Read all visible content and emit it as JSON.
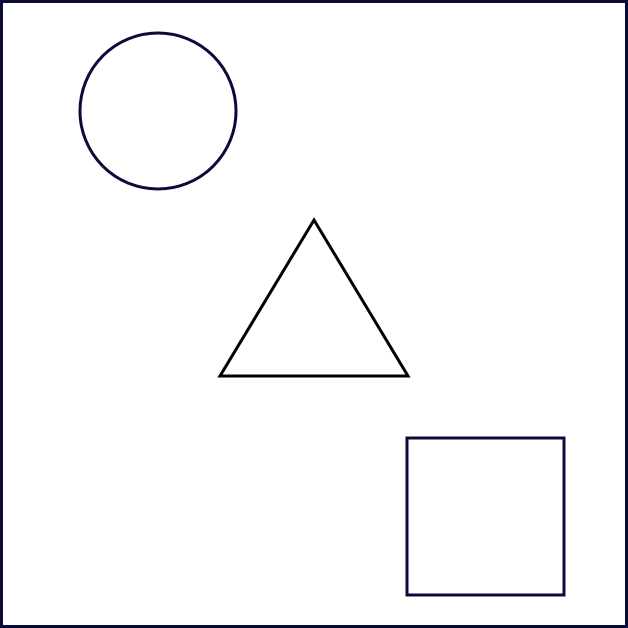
{
  "colors": {
    "background": "#ffffff",
    "frame_stroke": "#0b0b3b",
    "circle_stroke": "#0b0b3b",
    "triangle_stroke": "#000000",
    "square_stroke": "#0b0b3b"
  },
  "shapes": [
    {
      "kind": "circle",
      "name": "circle-shape"
    },
    {
      "kind": "triangle",
      "name": "triangle-shape"
    },
    {
      "kind": "square",
      "name": "square-shape"
    }
  ]
}
